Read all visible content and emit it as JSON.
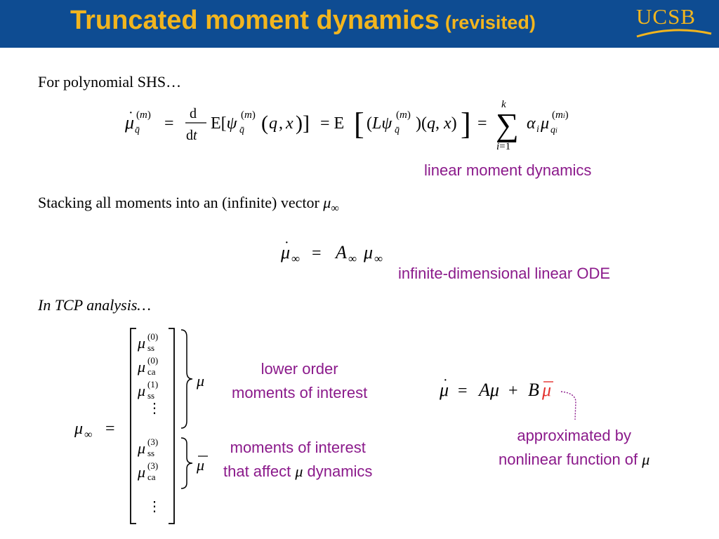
{
  "header": {
    "title_main": "Truncated moment dynamics",
    "title_sub": "(revisited)",
    "logo_text": "UCSB",
    "colors": {
      "bar": "#0e4c92",
      "title": "#f2b51e",
      "annotation": "#8b1a8b",
      "highlight": "#e3312e"
    }
  },
  "body": {
    "intro": "For polynomial SHS…",
    "stacking": "Stacking all moments into an (infinite) vector",
    "tcp": "In TCP analysis…"
  },
  "annotations": {
    "linear_moment": "linear moment dynamics",
    "infinite_ode": "infinite-dimensional linear ODE",
    "lower_order_1": "lower order",
    "lower_order_2": "moments of interest",
    "affect_1": "moments of interest",
    "affect_2_pre": "that affect",
    "affect_2_post": "dynamics",
    "approx_1": "approximated by",
    "approx_2": "nonlinear function of"
  }
}
